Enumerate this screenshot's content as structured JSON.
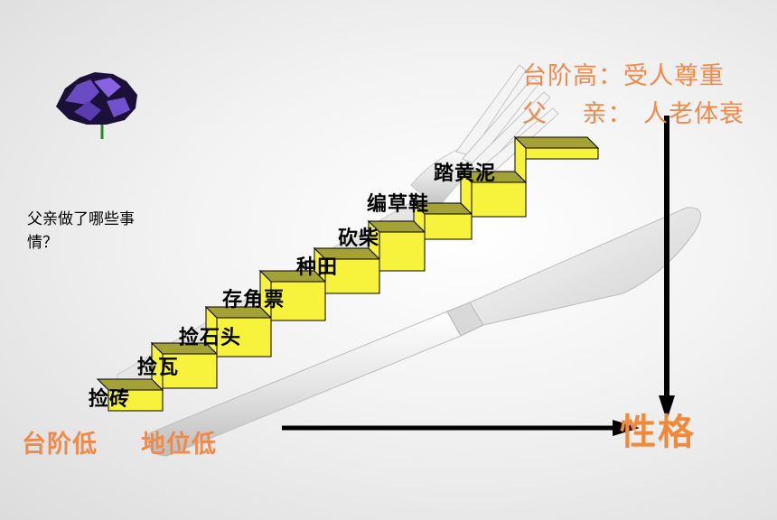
{
  "question": "父亲做了哪些事情？",
  "top_right": {
    "line1": "台阶高：受人尊重",
    "line2_label": "父    亲：",
    "line2_value": "人老体衰"
  },
  "bottom_left": {
    "low_step": "台阶低",
    "low_status": "地位低"
  },
  "result": "性格",
  "steps": [
    "捡砖",
    "捡瓦",
    "捡石头",
    "存角票",
    "种田",
    "砍柴",
    "编草鞋",
    "踏黄泥"
  ],
  "colors": {
    "step_top": "#a4a236",
    "step_riser": "#f7f23c",
    "label_orange": "#f08a4b",
    "arrow": "#000000"
  },
  "icons": [
    "flower-icon",
    "fork-icon",
    "knife-icon"
  ]
}
